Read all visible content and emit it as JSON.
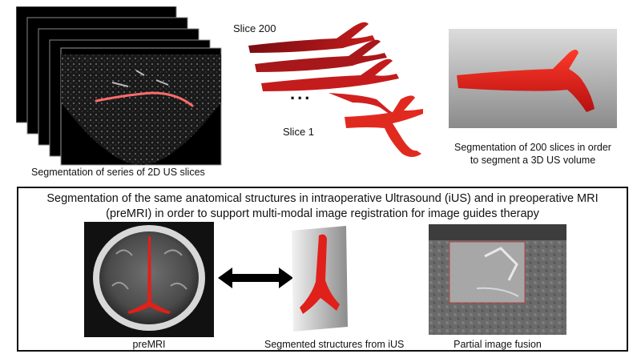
{
  "top": {
    "us_slices_caption": "Segmentation of series of 2D US slices",
    "slice_top_label": "Slice 200",
    "slice_bottom_label": "Slice 1",
    "ellipsis": "...",
    "volume_caption_line1": "Segmentation of 200 slices in order",
    "volume_caption_line2": "to segment a 3D US volume"
  },
  "bottom": {
    "title_line1": "Segmentation of the same anatomical structures in intraoperative Ultrasound (iUS) and in preoperative MRI",
    "title_line2": "(preMRI) in order to support multi-modal image registration for image guides therapy",
    "premri_caption": "preMRI",
    "ius_caption": "Segmented structures from iUS",
    "fusion_caption": "Partial image fusion"
  },
  "icons": {
    "arrow": "double-headed-arrow-icon"
  },
  "colors": {
    "segmentation_red": "#e0201a",
    "dark_red": "#5a0a0c"
  }
}
